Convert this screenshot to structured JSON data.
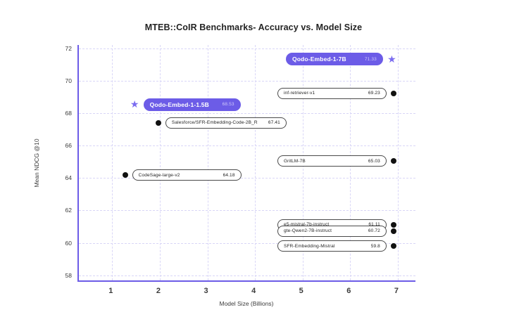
{
  "chart_data": {
    "type": "scatter",
    "title": "MTEB::CoIR Benchmarks- Accuracy vs. Model Size",
    "xlabel": "Model Size (Billions)",
    "ylabel": "Mean NDCG @10",
    "xlim": [
      0.3,
      7.4
    ],
    "ylim": [
      57.6,
      72.2
    ],
    "xticks": [
      1,
      2,
      3,
      4,
      5,
      6,
      7
    ],
    "yticks": [
      58,
      60,
      62,
      64,
      66,
      68,
      70,
      72
    ],
    "grid": true,
    "legend": "none",
    "points": [
      {
        "name": "Qodo-Embed-1-7B",
        "value": "71.33",
        "x": 7.0,
        "y": 71.33,
        "marker": "star",
        "highlight": true,
        "label_side": "left"
      },
      {
        "name": "inf-retriever-v1",
        "value": "69.23",
        "x": 7.0,
        "y": 69.23,
        "marker": "dot",
        "highlight": false,
        "label_side": "left"
      },
      {
        "name": "Qodo-Embed-1-1.5B",
        "value": "68.53",
        "x": 1.5,
        "y": 68.53,
        "marker": "star",
        "highlight": true,
        "label_side": "right"
      },
      {
        "name": "Salesforce/SFR-Embedding-Code-2B_R",
        "value": "67.41",
        "x": 2.0,
        "y": 67.41,
        "marker": "dot",
        "highlight": false,
        "label_side": "right"
      },
      {
        "name": "GritLM-7B",
        "value": "65.03",
        "x": 7.0,
        "y": 65.03,
        "marker": "dot",
        "highlight": false,
        "label_side": "left"
      },
      {
        "name": "CodeSage-large-v2",
        "value": "64.18",
        "x": 1.3,
        "y": 64.18,
        "marker": "dot",
        "highlight": false,
        "label_side": "right"
      },
      {
        "name": "e5-mistral-7b-instruct",
        "value": "61.11",
        "x": 7.0,
        "y": 61.11,
        "marker": "dot",
        "highlight": false,
        "label_side": "left"
      },
      {
        "name": "gte-Qwen2-7B-instruct",
        "value": "60.72",
        "x": 7.0,
        "y": 60.72,
        "marker": "dot",
        "highlight": false,
        "label_side": "left"
      },
      {
        "name": "SFR-Embedding-Mistral",
        "value": "59.8",
        "x": 7.0,
        "y": 59.8,
        "marker": "dot",
        "highlight": false,
        "label_side": "left"
      }
    ]
  },
  "colors": {
    "brand": "#6c5ce7",
    "axis": "#6c5ce7",
    "grid": "#d9d6f7",
    "marker": "#111111",
    "background": "#ffffff"
  }
}
